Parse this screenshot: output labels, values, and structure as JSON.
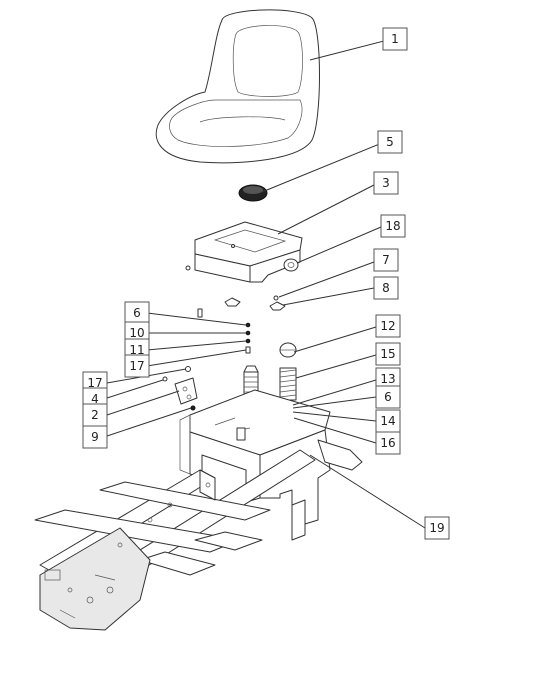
{
  "callouts": [
    {
      "id": "c1",
      "label": "1"
    },
    {
      "id": "c5",
      "label": "5"
    },
    {
      "id": "c3",
      "label": "3"
    },
    {
      "id": "c18",
      "label": "18"
    },
    {
      "id": "c7",
      "label": "7"
    },
    {
      "id": "c8",
      "label": "8"
    },
    {
      "id": "c6a",
      "label": "6"
    },
    {
      "id": "c10",
      "label": "10"
    },
    {
      "id": "c11",
      "label": "11"
    },
    {
      "id": "c17a",
      "label": "17"
    },
    {
      "id": "c12",
      "label": "12"
    },
    {
      "id": "c15",
      "label": "15"
    },
    {
      "id": "c17b",
      "label": "17"
    },
    {
      "id": "c4",
      "label": "4"
    },
    {
      "id": "c13",
      "label": "13"
    },
    {
      "id": "c2",
      "label": "2"
    },
    {
      "id": "c6b",
      "label": "6"
    },
    {
      "id": "c14",
      "label": "14"
    },
    {
      "id": "c9",
      "label": "9"
    },
    {
      "id": "c16",
      "label": "16"
    },
    {
      "id": "c19",
      "label": "19"
    }
  ]
}
